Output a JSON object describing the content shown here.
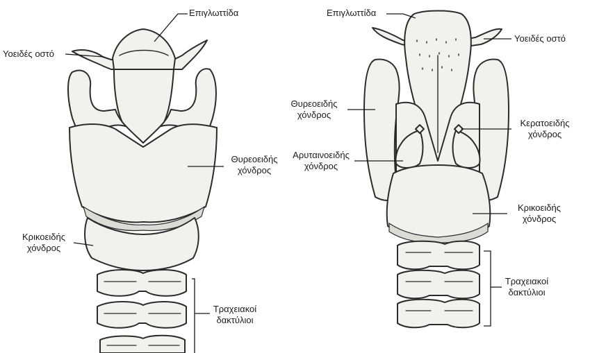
{
  "labels": {
    "front": {
      "epiglottis": "Επιγλωττίδα",
      "hyoid": "Υοειδές οστό",
      "thyroid": [
        "Θυρεοειδής",
        "χόνδρος"
      ],
      "cricoid": [
        "Κρικοειδής",
        "χόνδρος"
      ],
      "tracheal": [
        "Τραχειακοί",
        "δακτύλιοι"
      ]
    },
    "back": {
      "epiglottis": "Επιγλωττίδα",
      "hyoid": "Υοειδές οστό",
      "thyroid": [
        "Θυρεοειδής",
        "χόνδρος"
      ],
      "corniculate": [
        "Κερατοειδής",
        "χόνδρος"
      ],
      "arytenoid": [
        "Αρυταινοειδής",
        "χόνδρος"
      ],
      "cricoid": [
        "Κρικοειδής",
        "χόνδρος"
      ],
      "tracheal": [
        "Τραχειακοί",
        "δακτύλιοι"
      ]
    }
  },
  "colors": {
    "stroke": "#2b2b2b",
    "fill": "#f1f1ee",
    "shade": "#dcdcd6",
    "label": "#1a1a1a"
  }
}
